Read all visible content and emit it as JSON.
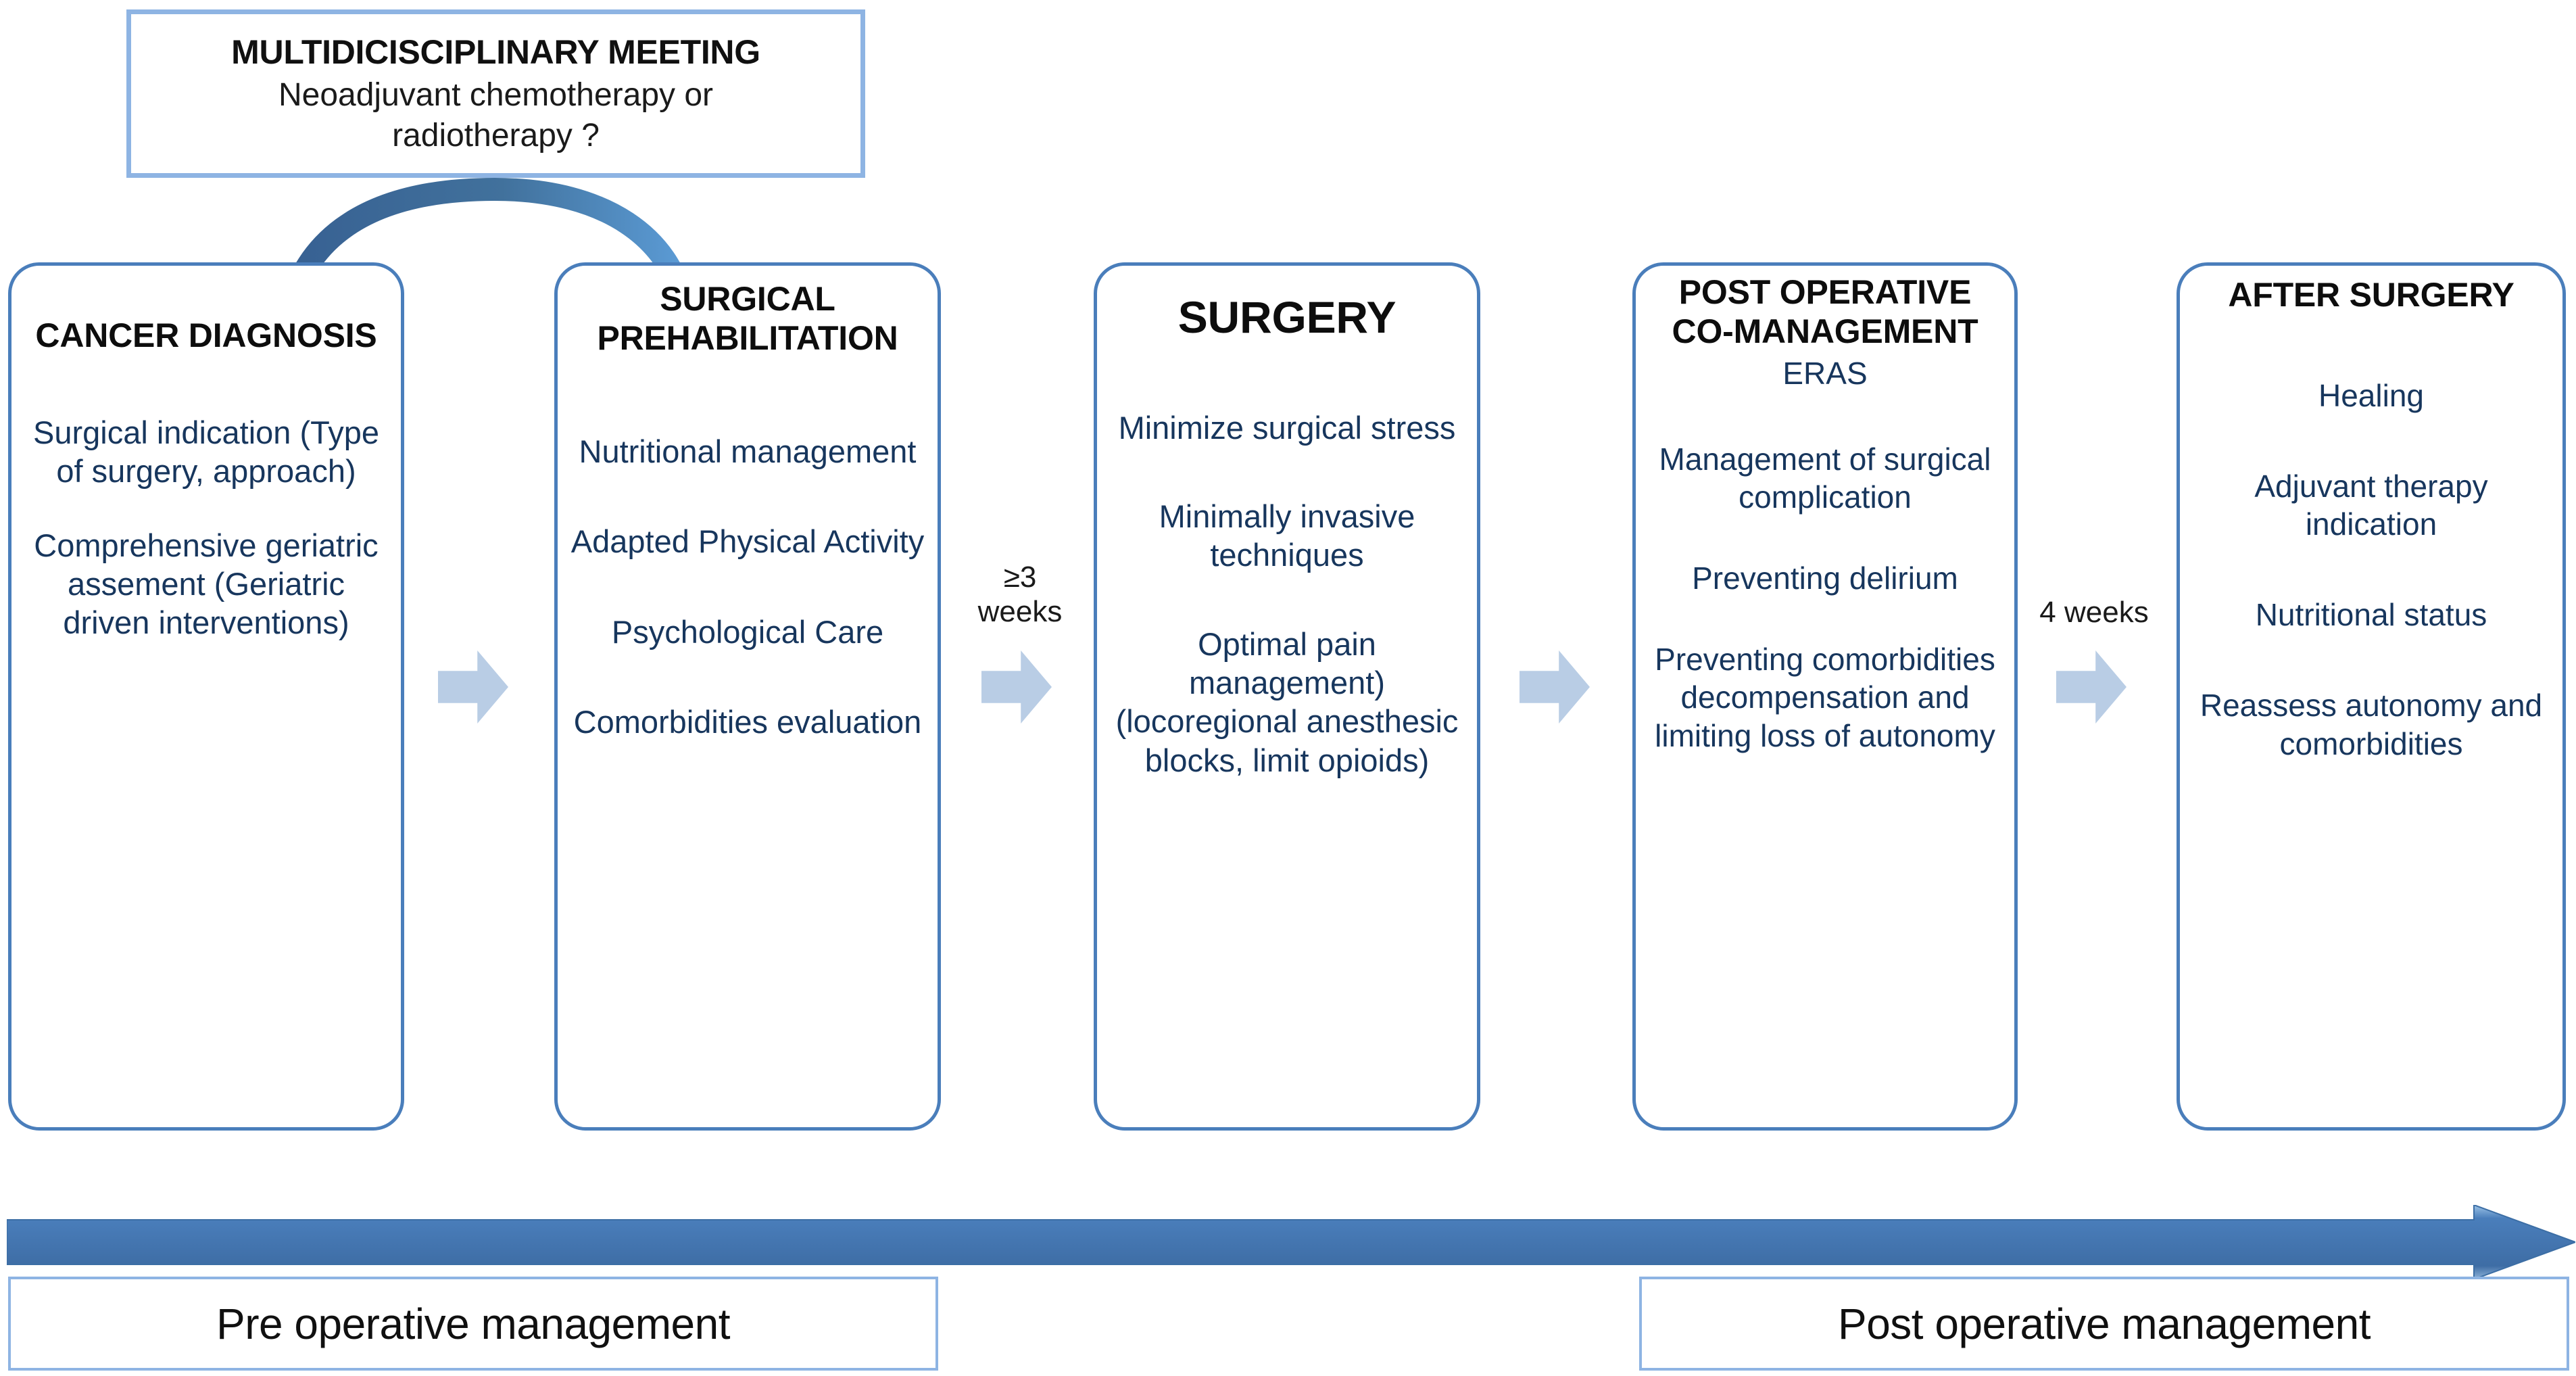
{
  "meeting": {
    "title": "MULTIDICISCIPLINARY MEETING",
    "subtitle": "Neoadjuvant chemotherapy or radiotherapy ?"
  },
  "stages": [
    {
      "title": "CANCER DIAGNOSIS",
      "lines": [
        "Surgical indication (Type of surgery, approach)",
        "Comprehensive geriatric assement (Geriatric driven interventions)"
      ]
    },
    {
      "title": "SURGICAL PREHABILITATION",
      "lines": [
        "Nutritional management",
        "Adapted Physical Activity",
        "Psychological Care",
        "Comorbidities evaluation"
      ]
    },
    {
      "title": "SURGERY",
      "lines": [
        "Minimize surgical stress",
        "Minimally invasive techniques",
        "Optimal pain management) (locoregional anesthesic blocks, limit opioids)"
      ]
    },
    {
      "title": "POST OPERATIVE CO-MANAGEMENT",
      "subtitle": "ERAS",
      "lines": [
        "Management of surgical complication",
        "Preventing delirium",
        "Preventing comorbidities decompensation and limiting loss of autonomy"
      ]
    },
    {
      "title": "AFTER SURGERY",
      "lines": [
        "Healing",
        "Adjuvant therapy indication",
        "Nutritional status",
        "Reassess autonomy and comorbidities"
      ]
    }
  ],
  "intervals": [
    {
      "label": "≥3 weeks"
    },
    {
      "label": "4 weeks"
    }
  ],
  "phases": [
    {
      "label": "Pre operative management"
    },
    {
      "label": "Post operative management"
    }
  ],
  "colors": {
    "box_border": "#4a7ebb",
    "light_border": "#8eb4e3",
    "connector_arrow": "#b9cde5",
    "timeline_arrow": "#4a7ebb",
    "curved_arrow": "#4a7ebb",
    "body_text": "#17365d",
    "title_text": "#0d0d0d"
  }
}
